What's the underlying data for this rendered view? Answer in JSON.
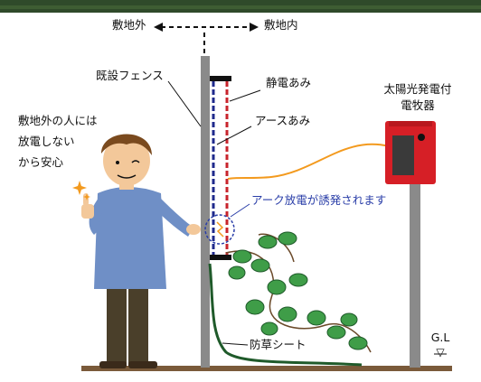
{
  "labels": {
    "outside": "敷地外",
    "inside": "敷地内",
    "existing_fence": "既設フェンス",
    "static_net": "静電あみ",
    "earth_net": "アースあみ",
    "energizer_line1": "太陽光発電付",
    "energizer_line2": "電牧器",
    "safety_line1": "敷地外の人には",
    "safety_line2": "放電しない",
    "safety_line3": "から安心",
    "arc_note": "アーク放電が誘発されます",
    "weed_sheet": "防草シート",
    "ground_level": "G.L",
    "ground_marker": "▽"
  },
  "colors": {
    "background_top": "#2f4a2a",
    "panel_bg": "#ffffff",
    "fence_post": "#8a8a8a",
    "static_net": "#c8242c",
    "earth_net": "#1f2a8c",
    "energizer_box": "#d61f26",
    "energizer_panel": "#3a3a3a",
    "wire": "#f39a1e",
    "leaf": "#3f9d48",
    "weed_sheet": "#1f5a2a",
    "ground": "#7a5a3a",
    "arc_text": "#2a3ea8"
  },
  "icons": [
    "dashed-arrow-icon",
    "fence-post-icon",
    "energizer-icon",
    "person-icon",
    "sparkle-icon",
    "arc-circle-icon",
    "vine-leaves-icon",
    "ground-level-icon"
  ]
}
